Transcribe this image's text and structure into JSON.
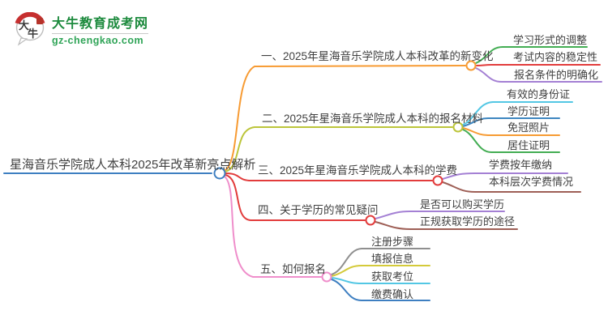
{
  "logo": {
    "title": "大牛教育成考网",
    "subtitle": "gz-chengkao.com",
    "icon_chars": [
      "大",
      "牛"
    ]
  },
  "mindmap": {
    "root": {
      "label": "星海音乐学院成人本科2025年改革新亮点解析",
      "color": "#3e7fc1"
    },
    "branches": [
      {
        "label": "一、2025年星海音乐学院成人本科改革的新变化",
        "color": "#f79b33",
        "children": [
          {
            "label": "学习形式的调整",
            "color": "#43ad53"
          },
          {
            "label": "考试内容的稳定性",
            "color": "#e23c3c"
          },
          {
            "label": "报名条件的明确化",
            "color": "#a480d4"
          }
        ]
      },
      {
        "label": "二、2025年星海音乐学院成人本科的报名材料",
        "color": "#bcc53a",
        "children": [
          {
            "label": "有效的身份证",
            "color": "#53c7e4"
          },
          {
            "label": "学历证明",
            "color": "#3e86c0"
          },
          {
            "label": "免冠照片",
            "color": "#f79b33"
          },
          {
            "label": "居住证明",
            "color": "#43ad53"
          }
        ]
      },
      {
        "label": "三、2025年星海音乐学院成人本科的学费",
        "color": "#e23c3c",
        "children": [
          {
            "label": "学费按年缴纳",
            "color": "#a480d4"
          },
          {
            "label": "本科层次学费情况",
            "color": "#9e5f56"
          }
        ]
      },
      {
        "label": "四、关于学历的常见疑问",
        "color": "#e23c3c",
        "children": [
          {
            "label": "是否可以购买学历",
            "color": "#a480d4"
          },
          {
            "label": "正规获取学历的途径",
            "color": "#9e5f56"
          }
        ]
      },
      {
        "label": "五、如何报名",
        "color": "#ef8ecb",
        "children": [
          {
            "label": "注册步骤",
            "color": "#8f8f8f"
          },
          {
            "label": "填报信息",
            "color": "#d4ca3a"
          },
          {
            "label": "获取考位",
            "color": "#53c7e4"
          },
          {
            "label": "缴费确认",
            "color": "#3e7fc1"
          }
        ]
      }
    ]
  }
}
